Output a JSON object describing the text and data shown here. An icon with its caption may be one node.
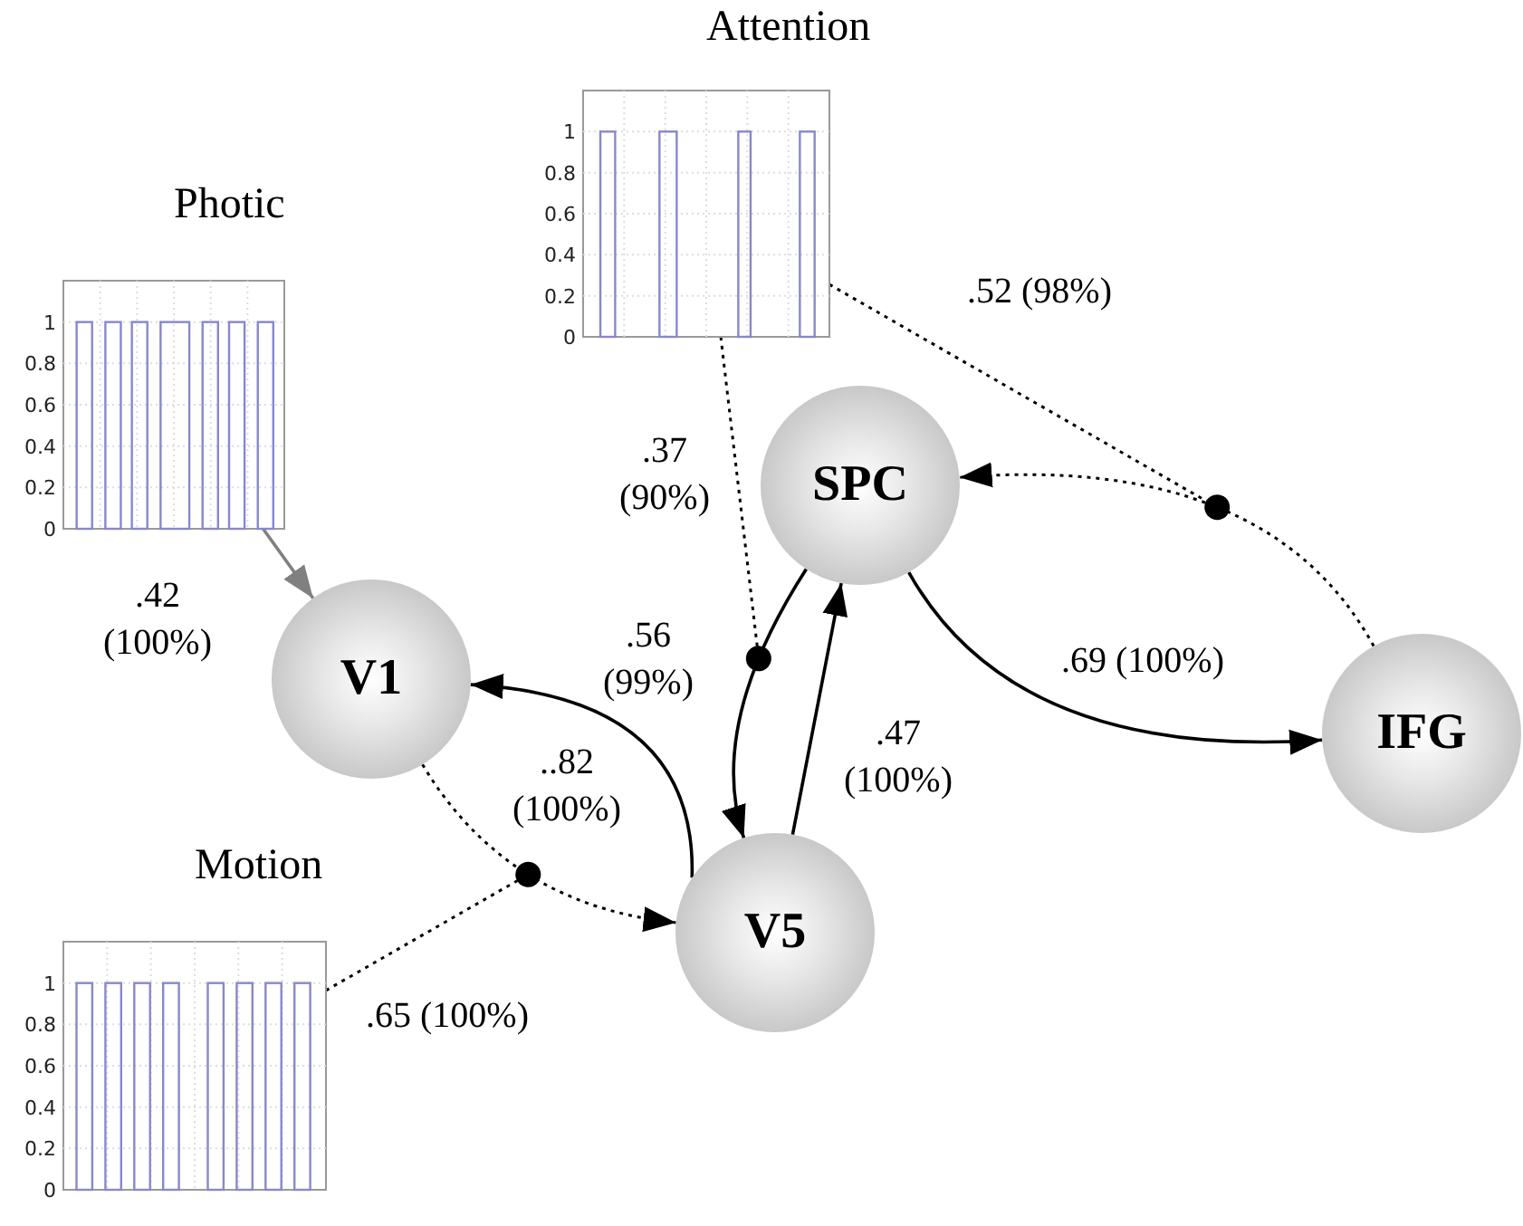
{
  "diagram": {
    "nodes": [
      {
        "text": [
          "Attention"
        ]
      },
      {
        "text": [
          "Photic"
        ]
      },
      {
        "text": [
          "SPC"
        ]
      },
      {
        "text": [
          "V1"
        ]
      },
      {
        "text": [
          "IFG"
        ]
      },
      {
        "text": [
          "Motion"
        ]
      },
      {
        "text": [
          "V5"
        ]
      }
    ],
    "edges": [
      {
        "from": 1,
        "to": 3,
        "arrow": "to",
        "label": ".42 (100%)",
        "color": "#808080"
      },
      {
        "from": 6,
        "to": 3,
        "arrow": "to",
        "label": "..82 (100%)"
      },
      {
        "from": 3,
        "to": 6,
        "arrow": "to",
        "style": "dashed"
      },
      {
        "from": 5,
        "to": null,
        "arrow": "other",
        "style": "dashed",
        "label": ".65 (100%)"
      },
      {
        "from": 2,
        "to": 6,
        "arrow": "to",
        "label": ".56 (99%)"
      },
      {
        "from": 6,
        "to": 2,
        "arrow": "to",
        "label": ".47 (100%)"
      },
      {
        "from": 0,
        "to": null,
        "arrow": "other",
        "style": "dashed",
        "label": ".37 (90%)"
      },
      {
        "from": 2,
        "to": 4,
        "arrow": "to",
        "label": ".69 (100%)"
      },
      {
        "from": 4,
        "to": 2,
        "arrow": "to",
        "style": "dashed"
      },
      {
        "from": 0,
        "to": null,
        "arrow": "other",
        "style": "dashed",
        "label": ".52 (98%)"
      }
    ],
    "labels": [
      "1",
      "0.8",
      "0.6",
      "0.4",
      "0.2",
      "0",
      "1",
      "0.8",
      "0.6",
      "0.4",
      "0.2",
      "0",
      "1",
      "0.8",
      "0.6",
      "0.4",
      "0.2",
      "0"
    ]
  }
}
